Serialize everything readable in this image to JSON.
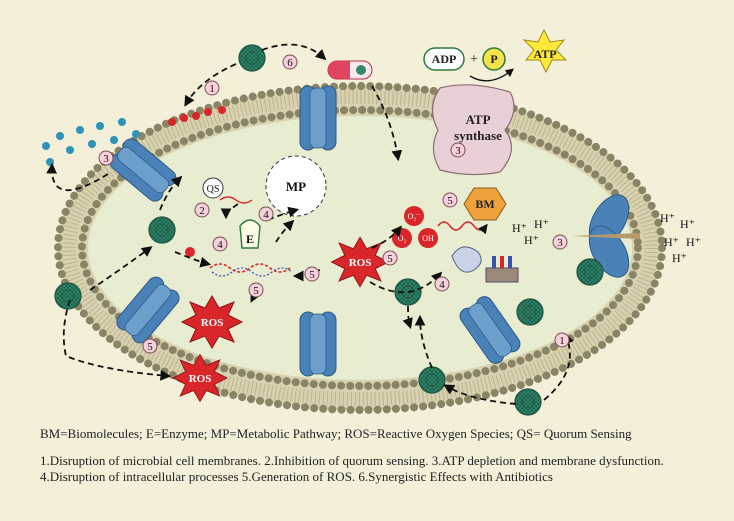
{
  "colors": {
    "background": "#f4efd9",
    "membrane_head": "#8a8466",
    "cytoplasm": "#e8edd2",
    "channel": "#4a82b8",
    "ros": "#d8262a",
    "bm": "#f0a23c",
    "atp": "#ffea3a",
    "atp_synthase": "#e9cfd6",
    "nanoparticle": "#2f8a6d",
    "ion_dots": "#2e93b6",
    "step_badge": "#f6d0da"
  },
  "labels": {
    "adp": "ADP",
    "plus": "+",
    "p": "P",
    "atp": "ATP",
    "atp_synthase_line1": "ATP",
    "atp_synthase_line2": "synthase",
    "qs": "QS",
    "mp": "MP",
    "e": "E",
    "bm": "BM",
    "ros": "ROS",
    "o2_minus": "O₂⁻",
    "o2": "O₂",
    "oh": "OH",
    "h_plus": "H⁺"
  },
  "steps": [
    "1",
    "2",
    "3",
    "4",
    "5",
    "6"
  ],
  "legend": {
    "abbreviations": "BM=Biomolecules; E=Enzyme; MP=Metabolic Pathway; ROS=Reactive Oxygen Species; QS= Quorum Sensing",
    "mechanisms": "1.Disruption of microbial cell membranes. 2.Inhibition of quorum sensing. 3.ATP depletion and membrane dysfunction. 4.Disruption of intracellular processes 5.Generation of ROS. 6.Synergistic Effects with Antibiotics"
  },
  "icons": [
    "nanoparticle-icon",
    "antibiotic-capsule-icon",
    "ros-burst-icon",
    "membrane-channel-icon",
    "atp-synthase-icon",
    "dna-strand-icon",
    "ribosome-icon",
    "proton-pump-icon"
  ]
}
